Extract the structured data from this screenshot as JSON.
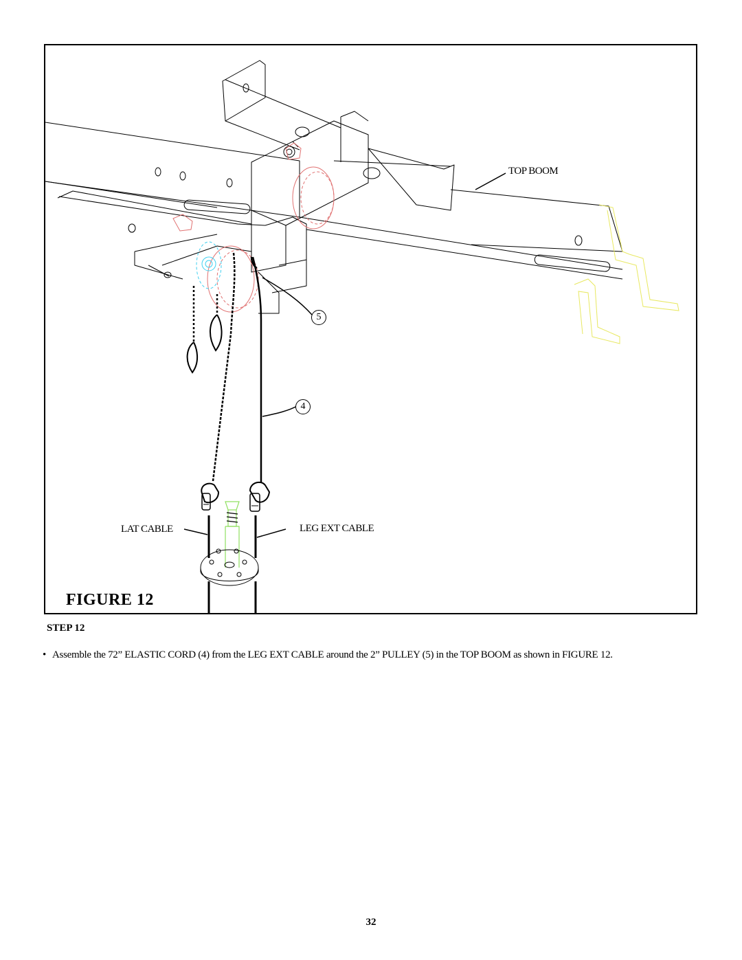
{
  "figure": {
    "caption": "FIGURE 12",
    "labels": {
      "top_boom": "TOP BOOM",
      "pulley_number": "5",
      "cord_number": "4",
      "lat_cable": "LAT CABLE",
      "leg_ext_cable": "LEG EXT CABLE"
    },
    "colors": {
      "line": "#000000",
      "pulley_outline": "#e07070",
      "spacer_outline": "#40d0f0",
      "bracket_outline": "#e8e860",
      "pin_outline": "#90e060"
    }
  },
  "step": {
    "heading": "STEP 12",
    "bullet": "•",
    "instruction": "Assemble the 72” ELASTIC CORD (4) from the LEG EXT CABLE around the 2” PULLEY (5) in the TOP BOOM as shown in FIGURE 12."
  },
  "page_number": "32"
}
